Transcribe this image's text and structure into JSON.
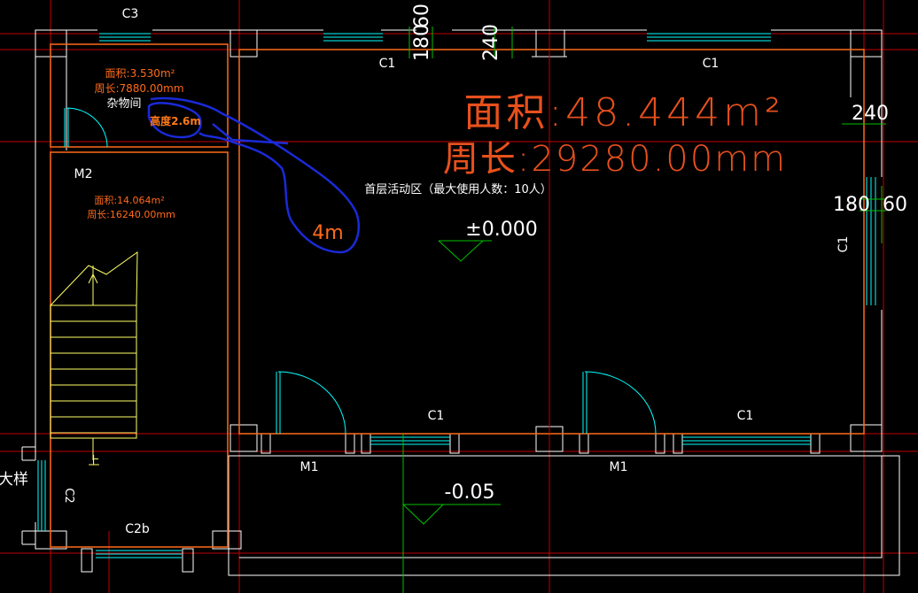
{
  "colors": {
    "background": "#000000",
    "axis": "#c00000",
    "wall": "#ffffff",
    "area_outline": "#ff6a1a",
    "window": "#00ffff",
    "stair": "#ffff66",
    "dimension": "#00c000",
    "markup": "#1020c0",
    "white_text": "#ffffff"
  },
  "labels": {
    "c3": "C3",
    "c1_top_left": "C1",
    "c1_top_right": "C1",
    "c1_right": "C1",
    "c1_bottom_left": "C1",
    "c1_bottom_right": "C1",
    "c2_left": "C2",
    "c2b": "C2b",
    "m1_left": "M1",
    "m1_right": "M1",
    "m2": "M2",
    "storage_room": "杂物间",
    "main_room": "首层活动区（最大使用人数：10人）",
    "detail": "大样"
  },
  "areas": {
    "main_area": "面积:48.444m²",
    "main_perimeter": "周长:29280.00mm",
    "storage_area": "面积:3.530m²",
    "storage_perimeter": "周长:7880.00mm",
    "stair_area": "面积:14.064m²",
    "stair_perimeter": "周长:16240.00mm"
  },
  "dimensions": {
    "top_180": "180",
    "top_60": "60",
    "top_240": "240",
    "right_240": "240",
    "right_180": "180",
    "right_60": "60"
  },
  "levels": {
    "floor": "±0.000",
    "outside": "-0.05"
  },
  "annotations": {
    "height_note": "高度2.6m",
    "four_m": "4m"
  },
  "stair_arrow": "上"
}
